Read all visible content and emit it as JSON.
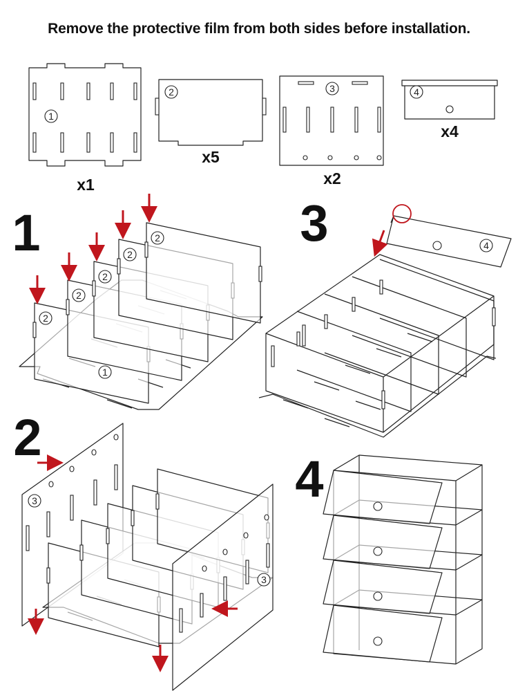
{
  "instruction": "Remove the protective film from both sides before installation.",
  "parts": [
    {
      "number": "1",
      "quantity": "x1"
    },
    {
      "number": "2",
      "quantity": "x5"
    },
    {
      "number": "3",
      "quantity": "x2"
    },
    {
      "number": "4",
      "quantity": "x4"
    }
  ],
  "steps": [
    {
      "number": "1",
      "part_labels": [
        "1",
        "2",
        "2",
        "2",
        "2",
        "2"
      ]
    },
    {
      "number": "2",
      "part_labels": [
        "3",
        "3"
      ]
    },
    {
      "number": "3",
      "part_labels": [
        "4"
      ]
    },
    {
      "number": "4"
    }
  ],
  "colors": {
    "arrow": "#c0161d",
    "line": "#222222"
  }
}
